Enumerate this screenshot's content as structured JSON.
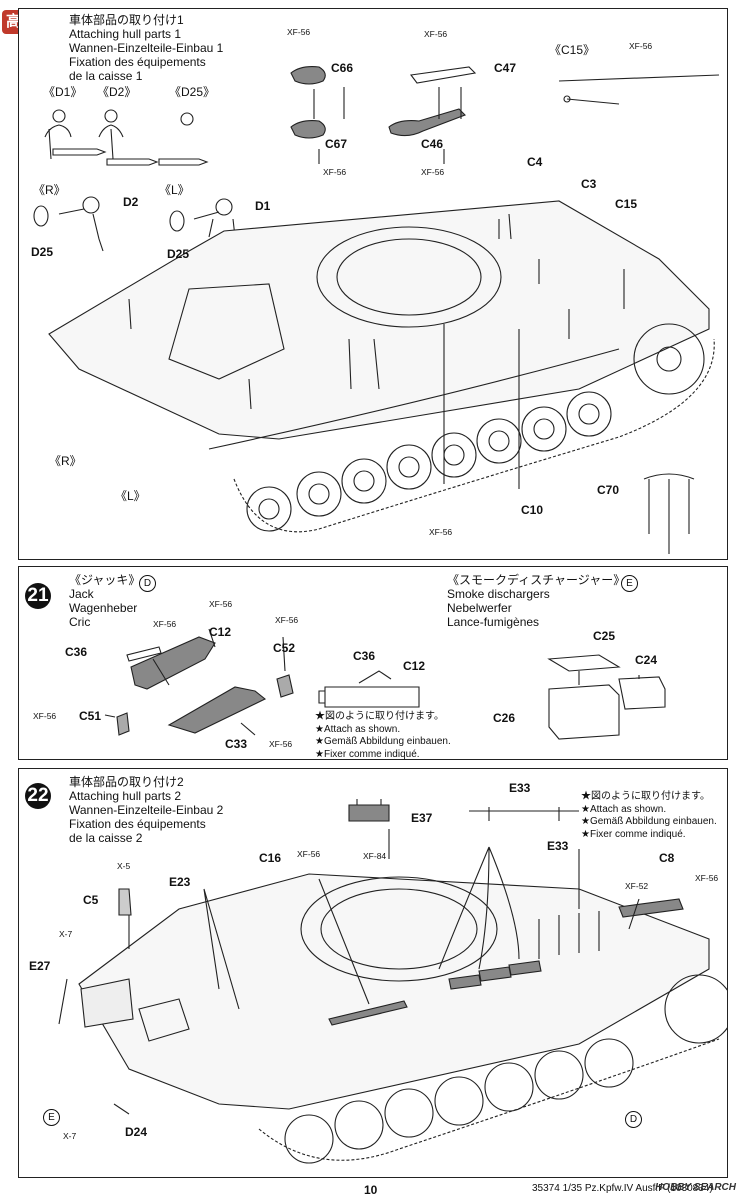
{
  "step20": {
    "title": [
      "車体部品の取り付け1",
      "Attaching hull parts 1",
      "Wannen-Einzelteile-Einbau 1",
      "Fixation des équipements",
      "de la caisse 1"
    ],
    "labels": {
      "d1_group": "《D1》",
      "d2_group": "《D2》",
      "d25_group": "《D25》",
      "c15_group": "《C15》",
      "r_group": "《R》",
      "l_group": "《L》",
      "d2": "D2",
      "d1": "D1",
      "d25_r": "D25",
      "d25_l": "D25",
      "c66": "C66",
      "c47": "C47",
      "c67": "C67",
      "c46": "C46",
      "c4": "C4",
      "c3": "C3",
      "c15": "C15",
      "c10": "C10",
      "c70": "C70",
      "r_body": "《R》",
      "l_body": "《L》"
    },
    "paint": {
      "xf_c66": "XF-56",
      "xf_c47": "XF-56",
      "xf_c67": "XF-56",
      "xf_c46": "XF-56",
      "xf_c15": "XF-56",
      "xf_c10": "XF-56"
    }
  },
  "step21": {
    "number": "21",
    "jack_mark": "D",
    "jack_title": [
      "《ジャッキ》",
      "Jack",
      "Wagenheber",
      "Cric"
    ],
    "smoke_mark": "E",
    "smoke_title": [
      "《スモークディスチャージャー》",
      "Smoke dischargers",
      "Nebelwerfer",
      "Lance-fumigènes"
    ],
    "labels": {
      "c12": "C12",
      "c52": "C52",
      "c36": "C36",
      "c51": "C51",
      "c33": "C33",
      "c36_b": "C36",
      "c12_b": "C12",
      "c25": "C25",
      "c24": "C24",
      "c26": "C26"
    },
    "paint": {
      "xf_c12": "XF-56",
      "xf_c52": "XF-56",
      "xf_c36": "XF-56",
      "xf_c51": "XF-56",
      "xf_c33": "XF-56"
    },
    "note": [
      "★図のように取り付けます。",
      "★Attach as shown.",
      "★Gemäß Abbildung einbauen.",
      "★Fixer comme indiqué."
    ]
  },
  "step22": {
    "number": "22",
    "title": [
      "車体部品の取り付け2",
      "Attaching hull parts 2",
      "Wannen-Einzelteile-Einbau 2",
      "Fixation des équipements",
      "de la caisse 2"
    ],
    "labels": {
      "e33_top": "E33",
      "e37": "E37",
      "c16": "C16",
      "e33": "E33",
      "c8": "C8",
      "c5": "C5",
      "e23": "E23",
      "e27": "E27",
      "d24": "D24",
      "e_mark": "E",
      "d_mark": "D"
    },
    "paint": {
      "xf84": "XF-84",
      "xf_c16": "XF-56",
      "xf52": "XF-52",
      "xf_c8": "XF-56",
      "x5": "X-5",
      "x7_e27": "X-7",
      "x7_d24": "X-7"
    },
    "note": [
      "★図のように取り付けます。",
      "★Attach as shown.",
      "★Gemäß Abbildung einbauen.",
      "★Fixer comme indiqué."
    ]
  },
  "footer": {
    "code": "35374",
    "scale": "1/35",
    "kit": "Pz.Kpfw.IV Ausf.F (1030834)",
    "page": "10"
  },
  "watermark": {
    "text": "HOBBY SEARCH",
    "logo_text": "高手"
  }
}
